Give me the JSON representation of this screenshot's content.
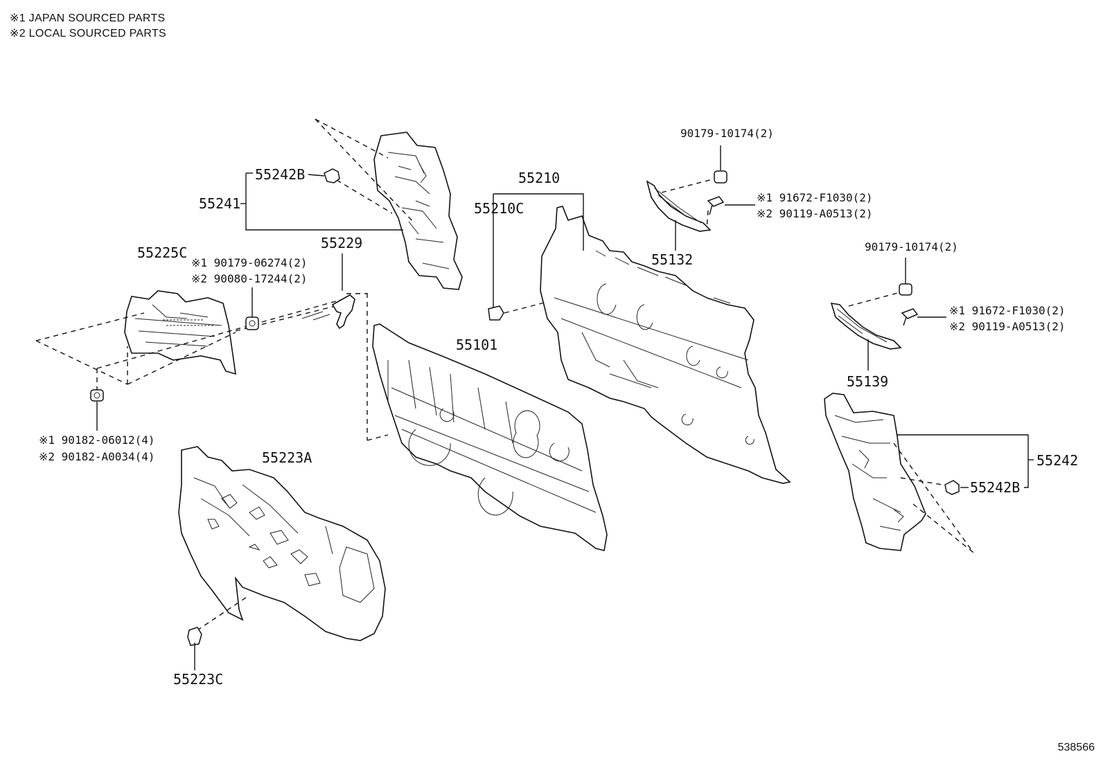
{
  "legend": [
    "※1 JAPAN SOURCED PARTS",
    "※2 LOCAL SOURCED PARTS"
  ],
  "labels": {
    "p55242B_left": "55242B",
    "p55241": "55241",
    "p55229": "55229",
    "p55225C": "55225C",
    "p90179_06274": "※1 90179-06274(2)",
    "p90080_17244": "※2 90080-17244(2)",
    "p90182_06012": "※1 90182-06012(4)",
    "p90182_A0034": "※2 90182-A0034(4)",
    "p55223A": "55223A",
    "p55223C": "55223C",
    "p55101": "55101",
    "p55210": "55210",
    "p55210C": "55210C",
    "p90179_10174_top": "90179-10174(2)",
    "p91672_F1030_top": "※1 91672-F1030(2)",
    "p90119_A0513_top": "※2 90119-A0513(2)",
    "p55132": "55132",
    "p90179_10174_right": "90179-10174(2)",
    "p91672_F1030_right": "※1 91672-F1030(2)",
    "p90119_A0513_right": "※2 90119-A0513(2)",
    "p55139": "55139",
    "p55242": "55242",
    "p55242B_right": "55242B"
  },
  "doc_id": "538566"
}
